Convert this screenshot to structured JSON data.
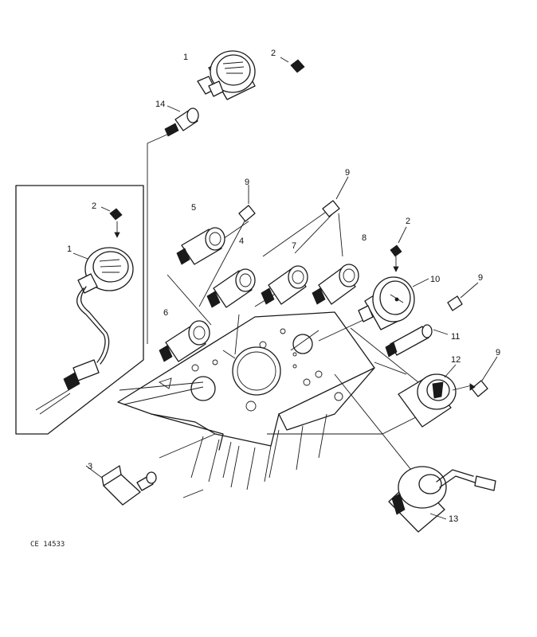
{
  "figure": {
    "reference": "CE 14533",
    "callouts": {
      "c1a": "1",
      "c2a": "2",
      "c14": "14",
      "c9a": "9",
      "c9b": "9",
      "c2b": "2",
      "c1b": "1",
      "c5": "5",
      "c4": "4",
      "c7": "7",
      "c8": "8",
      "c2c": "2",
      "c10": "10",
      "c9c": "9",
      "c6": "6",
      "c11": "11",
      "c12": "12",
      "c9d": "9",
      "c3": "3",
      "c13": "13"
    }
  }
}
